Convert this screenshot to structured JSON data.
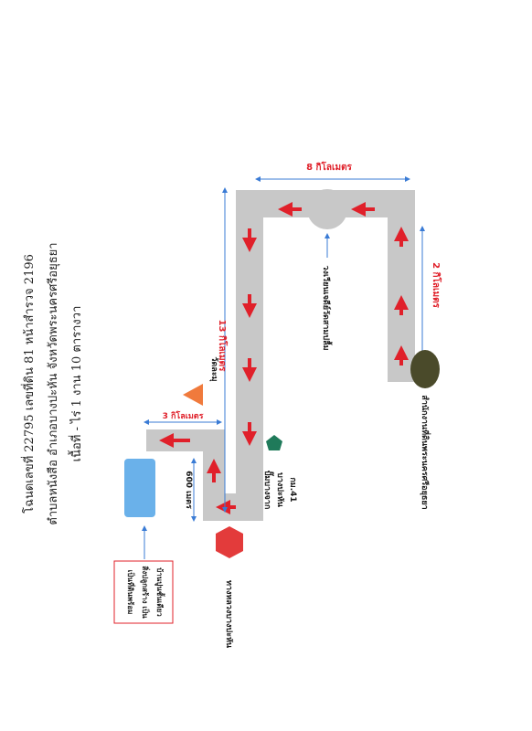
{
  "title": {
    "line1": "โฉนดเลขที่ 22795 เลขที่ดิน 81 หน้าสำรวจ 2196",
    "line2": "ตำบลหนังสือ อำเภอบางปะหัน จังหวัดพระนครศรีอยุธยา",
    "line3": "เนื้อที่ - ไร่ 1 งาน 10 ตารางวา"
  },
  "distances": {
    "top": "8 กิโลเมตร",
    "right": "2 กิโลเมตร",
    "main": "13 กิโลเมตร",
    "branch": "3 กิโลเมตร",
    "start": "600 เมตร"
  },
  "landmarks": {
    "circle": "วงเวียนเจดีย์วัดสามปลื้ม",
    "office": "สำนักงานที่ดินพระนครศรีอยุธยา",
    "temple": "วัดละมุ",
    "gas_line1": "ปั๊มบางจาก",
    "gas_line2": "บางปะหัน",
    "gas_line3": "กม.41",
    "junction": "ทางหลวงบางปะหัน",
    "land_line1": "เป็นที่ดินพร้อม",
    "land_line2": "สิ่งปลูกสร้าง เป็น",
    "land_line3": "บ้านปูนชั้นเดียว"
  },
  "colors": {
    "road": "#c8c8c8",
    "arrow": "#e0202a",
    "distance_line": "#3a7bd5",
    "junction": "#e33b3b",
    "gas_station": "#1f7a5a",
    "temple": "#f07a3c",
    "office": "#4a4a2a",
    "land": "#6ab1ea"
  },
  "icons": [
    "red-hexagon-icon",
    "green-pentagon-icon",
    "orange-triangle-icon",
    "dark-ellipse-icon",
    "blue-rect-icon"
  ]
}
